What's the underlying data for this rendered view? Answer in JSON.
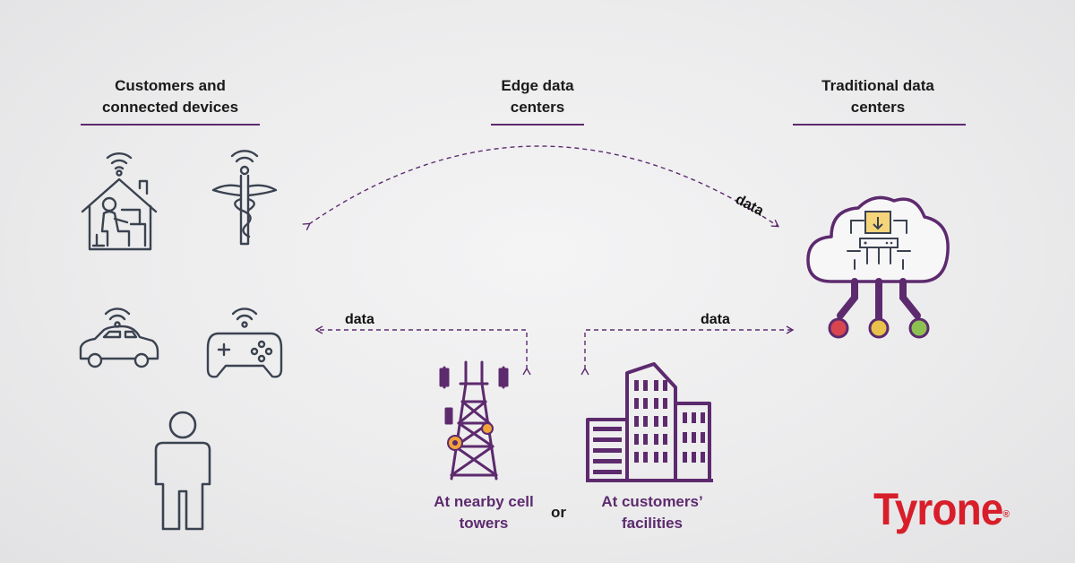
{
  "headers": {
    "customers": [
      "Customers and",
      "connected devices"
    ],
    "edge": [
      "Edge data",
      "centers"
    ],
    "traditional": [
      "Traditional data",
      "centers"
    ]
  },
  "arrows": {
    "arc_label": "data",
    "left_label": "data",
    "right_label": "data"
  },
  "captions": {
    "cell_towers": [
      "At nearby cell",
      "towers"
    ],
    "or": "or",
    "facilities": [
      "At customers’",
      "facilities"
    ]
  },
  "logo": {
    "text": "Tyrone",
    "mark": "®"
  },
  "icons": {
    "home_office": "home-office-icon",
    "medical": "caduceus-icon",
    "car": "connected-car-icon",
    "gamepad": "game-controller-icon",
    "person": "person-icon",
    "tower": "cell-tower-icon",
    "buildings": "office-buildings-icon",
    "cloud": "cloud-server-icon"
  },
  "colors": {
    "accent": "#5d2a6e",
    "line_icons": "#3b4250",
    "logo_red": "#d81e2a",
    "node_red": "#d9454f",
    "node_yellow": "#e8c24a",
    "node_green": "#8cc152",
    "tower_orange": "#f2a33a"
  }
}
